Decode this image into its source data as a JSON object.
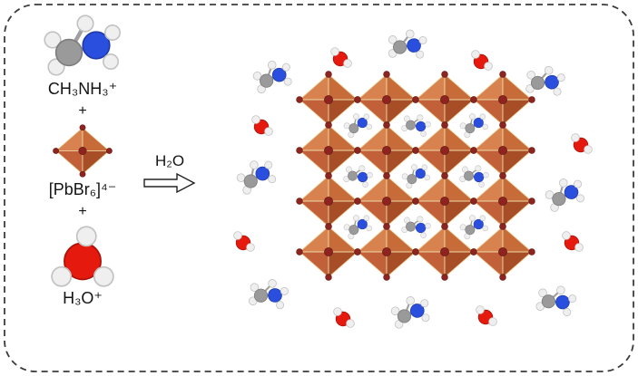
{
  "reactants": {
    "methylammonium": {
      "label": "CH₃NH₃⁺",
      "molecule": "methylammonium-molecule"
    },
    "plus_1": "+",
    "lead_bromide": {
      "label": "[PbBr₆]⁴⁻",
      "molecule": "lead-bromide-octahedron"
    },
    "plus_2": "+",
    "hydronium": {
      "label": "H₃O⁺",
      "molecule": "hydronium-molecule"
    }
  },
  "reaction": {
    "condition_label": "H₂O",
    "arrow": "right-outline-arrow"
  },
  "product_scene": {
    "octahedra_grid": {
      "rows": 4,
      "cols": 4
    },
    "interstitial_molecule": "methylammonium",
    "surrounding_molecules": [
      "methylammonium",
      "water",
      "methylammonium",
      "water",
      "methylammonium",
      "water",
      "methylammonium",
      "water",
      "methylammonium",
      "water",
      "methylammonium",
      "water",
      "methylammonium",
      "water",
      "methylammonium",
      "water"
    ]
  },
  "colors": {
    "c-hydrogen": "#efefef",
    "c-carbon": "#9a9a9a",
    "c-nitrogen": "#2a4fdf",
    "c-oxygen": "#e6190f",
    "c-bromine": "#8e2420",
    "c-octa-1": "#d8834f",
    "c-octa-2": "#c76b39",
    "c-octa-3": "#c2603a",
    "c-octa-4": "#a84e27",
    "c-octa-edge": "#ecd9a8"
  }
}
